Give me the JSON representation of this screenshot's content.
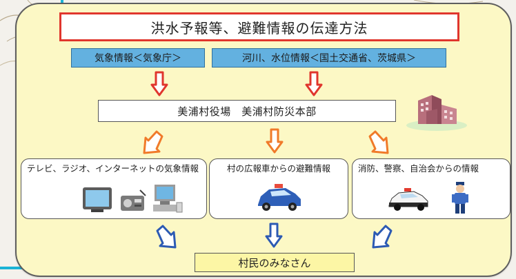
{
  "title": "洪水予報等、避難情報の伝達方法",
  "sources": [
    "気象情報＜気象庁＞",
    "河川、水位情報＜国土交通省、茨城県＞"
  ],
  "hub": "美浦村役場　美浦村防災本部",
  "channels": [
    "テレビ、ラジオ、インターネットの気象情報",
    "村の広報車からの避難情報",
    "消防、警察、自治会からの情報"
  ],
  "destination": "村民のみなさん",
  "colors": {
    "panel_bg": "#fcf8c5",
    "title_border": "#e0362d",
    "source_box": "#63b1e0",
    "red_arrow": "#e0362d",
    "orange_arrow": "#f07a2a",
    "blue_arrow": "#2c5ab3",
    "frame": "#1ab3d6"
  },
  "icons": [
    "office-building-icon",
    "television-icon",
    "radio-icon",
    "computer-icon",
    "public-announcement-car-icon",
    "police-car-icon",
    "police-officer-icon"
  ]
}
